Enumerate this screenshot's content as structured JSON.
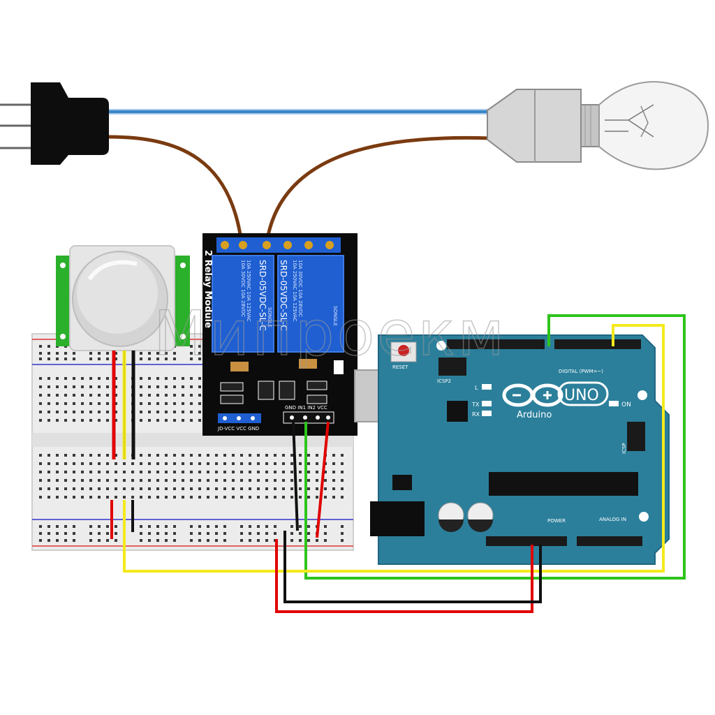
{
  "relay": {
    "title": "2 Relay Module",
    "model": "SRD-05VDC-SL-C",
    "rating_line1": "10A 250VAC 10A 125VAC",
    "rating_line2": "10A 30VDC 10A 28VDC",
    "brand": "SONGLE",
    "jumper_label": "JD-VCC VCC GND",
    "input_label": "GND IN1 IN2 VCC"
  },
  "arduino": {
    "logo": "UNO",
    "brand": "Arduino",
    "on_label": "ON",
    "reset_label": "RESET",
    "icsp2_label": "ICSP2",
    "icsp_label": "ICSP",
    "digital_label": "DIGITAL (PWM=~)",
    "power_label": "POWER",
    "analog_label": "ANALOG IN",
    "led_l": "L",
    "led_tx": "TX",
    "led_rx": "RX"
  },
  "watermark": "Мипроекм",
  "colors": {
    "blue_wire": "#3a86c8",
    "brown_wire": "#7a3b10",
    "red_wire": "#e00000",
    "yellow_wire": "#f4ea1c",
    "green_wire": "#2ec41c",
    "black_wire": "#111111",
    "arduino_board": "#2b7f9b",
    "relay_board": "#0b0b0b",
    "relay_block": "#1f5fd1",
    "pir_green": "#2bb02b"
  }
}
